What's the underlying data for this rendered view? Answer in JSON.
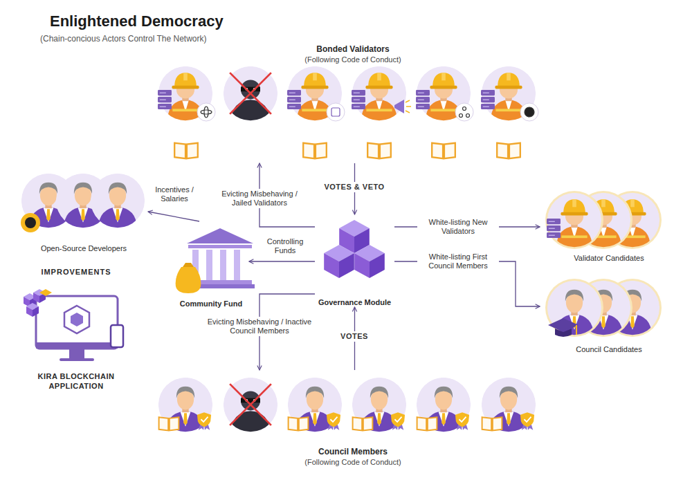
{
  "diagram": {
    "title": "Enlightened Democracy",
    "nodes": [
      {
        "text": [
          "Bonded Validators",
          "(Following Code of Conduct)"
        ]
      },
      {
        "text": [
          "Open-Source Developers"
        ]
      },
      {
        "text": [
          "Community Fund"
        ]
      },
      {
        "text": [
          "Governance Module"
        ]
      },
      {
        "text": [
          "Validator Candidates"
        ]
      },
      {
        "text": [
          "Council Candidates"
        ]
      },
      {
        "text": [
          "KIRA BLOCKCHAIN APPLICATION"
        ]
      },
      {
        "text": [
          "Council Members",
          "(Following Code of Conduct)"
        ]
      }
    ],
    "edges": [
      {
        "from": 0,
        "to": 3,
        "label": "VOTES & VETO",
        "arrow": "to"
      },
      {
        "from": 7,
        "to": 3,
        "label": "VOTES",
        "arrow": "to"
      },
      {
        "from": 3,
        "to": 0,
        "label": "Evicting Misbehaving / Jailed Validators",
        "arrow": "to"
      },
      {
        "from": 3,
        "to": 2,
        "label": "Controlling Funds",
        "arrow": "to"
      },
      {
        "from": 2,
        "to": 1,
        "label": "Incentives / Salaries",
        "arrow": "to"
      },
      {
        "from": 3,
        "to": 7,
        "label": "Evicting Misbehaving / Inactive Council Members",
        "arrow": "to"
      },
      {
        "from": 3,
        "to": 4,
        "label": "White-listing New Validators",
        "arrow": "to"
      },
      {
        "from": 3,
        "to": 5,
        "label": "White-listing First Council Members",
        "arrow": "to"
      }
    ],
    "labels": [
      "(Chain-concious Actors Control The Network)",
      "IMPROVEMENTS"
    ]
  }
}
